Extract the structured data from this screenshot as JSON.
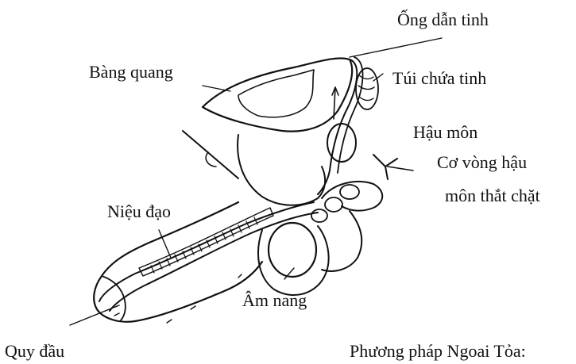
{
  "labels": {
    "vas_deferens": "Ống dẫn tinh",
    "bladder": "Bàng quang",
    "seminal_vesicle": "Túi chứa tinh",
    "anus": "Hậu môn",
    "sphincter_line1": "Cơ vòng hậu",
    "sphincter_line2": "môn thắt chặt",
    "urethra": "Niệu đạo",
    "scrotum": "Âm nang",
    "glans": "Quy đầu",
    "method": "Phương pháp Ngoai Tỏa:"
  }
}
